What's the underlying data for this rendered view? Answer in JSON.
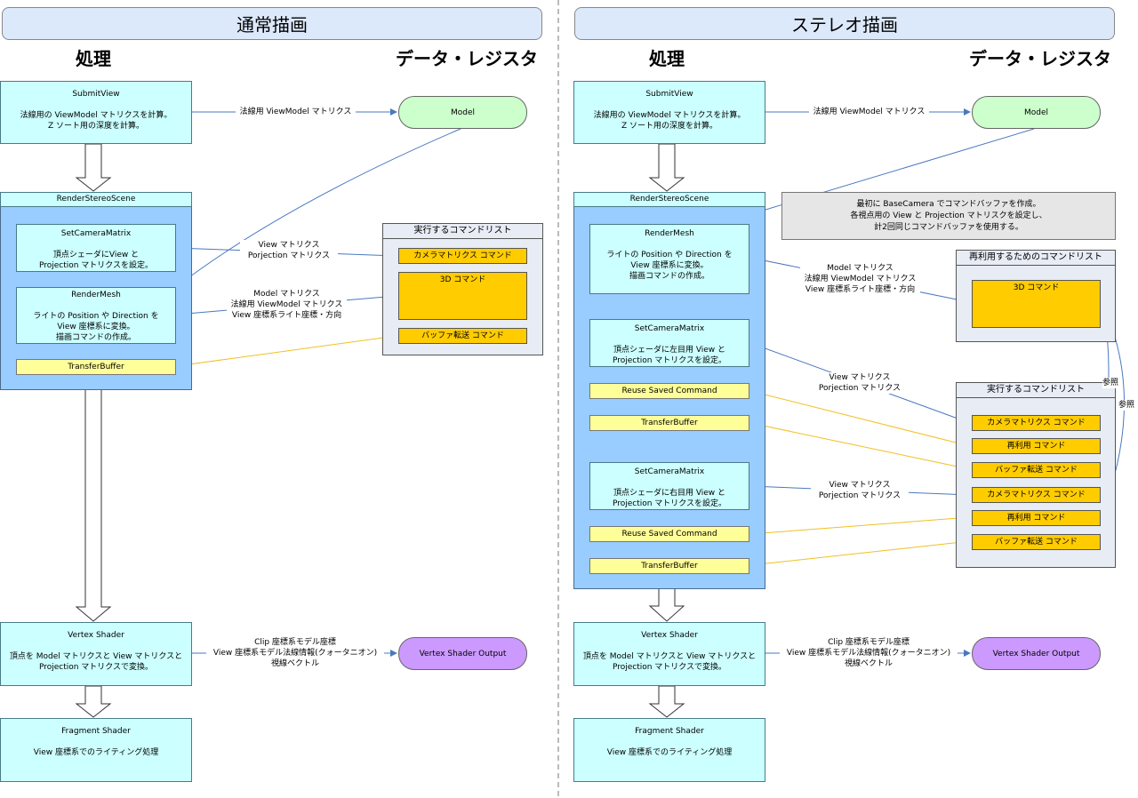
{
  "left": {
    "title": "通常描画",
    "col_process": "処理",
    "col_data": "データ・レジスタ",
    "submit": {
      "title": "SubmitView",
      "lines": [
        "法線用の ViewModel マトリクスを計算。",
        "Z ソート用の深度を計算。"
      ]
    },
    "submit_edge": "法線用 ViewModel マトリクス",
    "model": "Model",
    "scene": "RenderStereoScene",
    "setcam": {
      "title": "SetCameraMatrix",
      "lines": [
        "頂点シェーダにView と",
        "Projection マトリクスを設定。"
      ]
    },
    "setcam_edge": [
      "View マトリクス",
      "Porjection マトリクス"
    ],
    "mesh": {
      "title": "RenderMesh",
      "lines": [
        "ライトの Position や Direction を",
        "View 座標系に変換。",
        "描画コマンドの作成。"
      ]
    },
    "mesh_edge": [
      "Model マトリクス",
      "法線用 ViewModel マトリクス",
      "View 座標系ライト座標・方向"
    ],
    "transfer": "TransferBuffer",
    "cmdlist": {
      "title": "実行するコマンドリスト",
      "items": [
        "カメラマトリクス コマンド",
        "3D コマンド",
        "バッファ転送 コマンド"
      ]
    },
    "vs": {
      "title": "Vertex Shader",
      "lines": [
        "頂点を Model マトリクスと View マトリクスと",
        "Projection マトリクスで変換。"
      ]
    },
    "vs_edge": [
      "Clip 座標系モデル座標",
      "View 座標系モデル法線情報(クォータニオン)",
      "視線ベクトル"
    ],
    "vs_out": "Vertex Shader Output",
    "fs": {
      "title": "Fragment Shader",
      "lines": [
        "View 座標系でのライティング処理"
      ]
    }
  },
  "right": {
    "title": "ステレオ描画",
    "col_process": "処理",
    "col_data": "データ・レジスタ",
    "submit": {
      "title": "SubmitView",
      "lines": [
        "法線用の ViewModel マトリクスを計算。",
        "Z ソート用の深度を計算。"
      ]
    },
    "submit_edge": "法線用 ViewModel マトリクス",
    "model": "Model",
    "scene": "RenderStereoScene",
    "note": [
      "最初に BaseCamera でコマンドバッファを作成。",
      "各視点用の View と Projection マトリスクを設定し、",
      "計2回同じコマンドバッファを使用する。"
    ],
    "mesh": {
      "title": "RenderMesh",
      "lines": [
        "ライトの Position や Direction を",
        "View 座標系に変換。",
        "描画コマンドの作成。"
      ]
    },
    "mesh_edge": [
      "Model マトリクス",
      "法線用 ViewModel マトリクス",
      "View 座標系ライト座標・方向"
    ],
    "setcam_left": {
      "title": "SetCameraMatrix",
      "lines": [
        "頂点シェーダに左目用 View と",
        "Projection マトリクスを設定。"
      ]
    },
    "setcam_right": {
      "title": "SetCameraMatrix",
      "lines": [
        "頂点シェーダに右目用 View と",
        "Projection マトリクスを設定。"
      ]
    },
    "setcam_edge": [
      "View マトリクス",
      "Porjection マトリクス"
    ],
    "reuse": "Reuse Saved Command",
    "transfer": "TransferBuffer",
    "reuselist": {
      "title": "再利用するためのコマンドリスト",
      "item": "3D コマンド"
    },
    "cmdlist": {
      "title": "実行するコマンドリスト",
      "items": [
        "カメラマトリクス コマンド",
        "再利用 コマンド",
        "バッファ転送 コマンド",
        "カメラマトリクス コマンド",
        "再利用 コマンド",
        "バッファ転送 コマンド"
      ]
    },
    "ref": "参照",
    "vs": {
      "title": "Vertex Shader",
      "lines": [
        "頂点を Model マトリクスと View マトリクスと",
        "Projection マトリクスで変換。"
      ]
    },
    "vs_edge": [
      "Clip 座標系モデル座標",
      "View 座標系モデル法線情報(クォータニオン)",
      "視線ベクトル"
    ],
    "vs_out": "Vertex Shader Output",
    "fs": {
      "title": "Fragment Shader",
      "lines": [
        "View 座標系でのライティング処理"
      ]
    }
  },
  "colors": {
    "process": "#ccffff",
    "scene": "#99ccff",
    "transfer": "#ffff99",
    "command": "#ffcc00",
    "model": "#ccffcc",
    "vs_out": "#cc99ff",
    "edge_blue": "#4a78c0",
    "edge_yellow": "#f0c020"
  }
}
